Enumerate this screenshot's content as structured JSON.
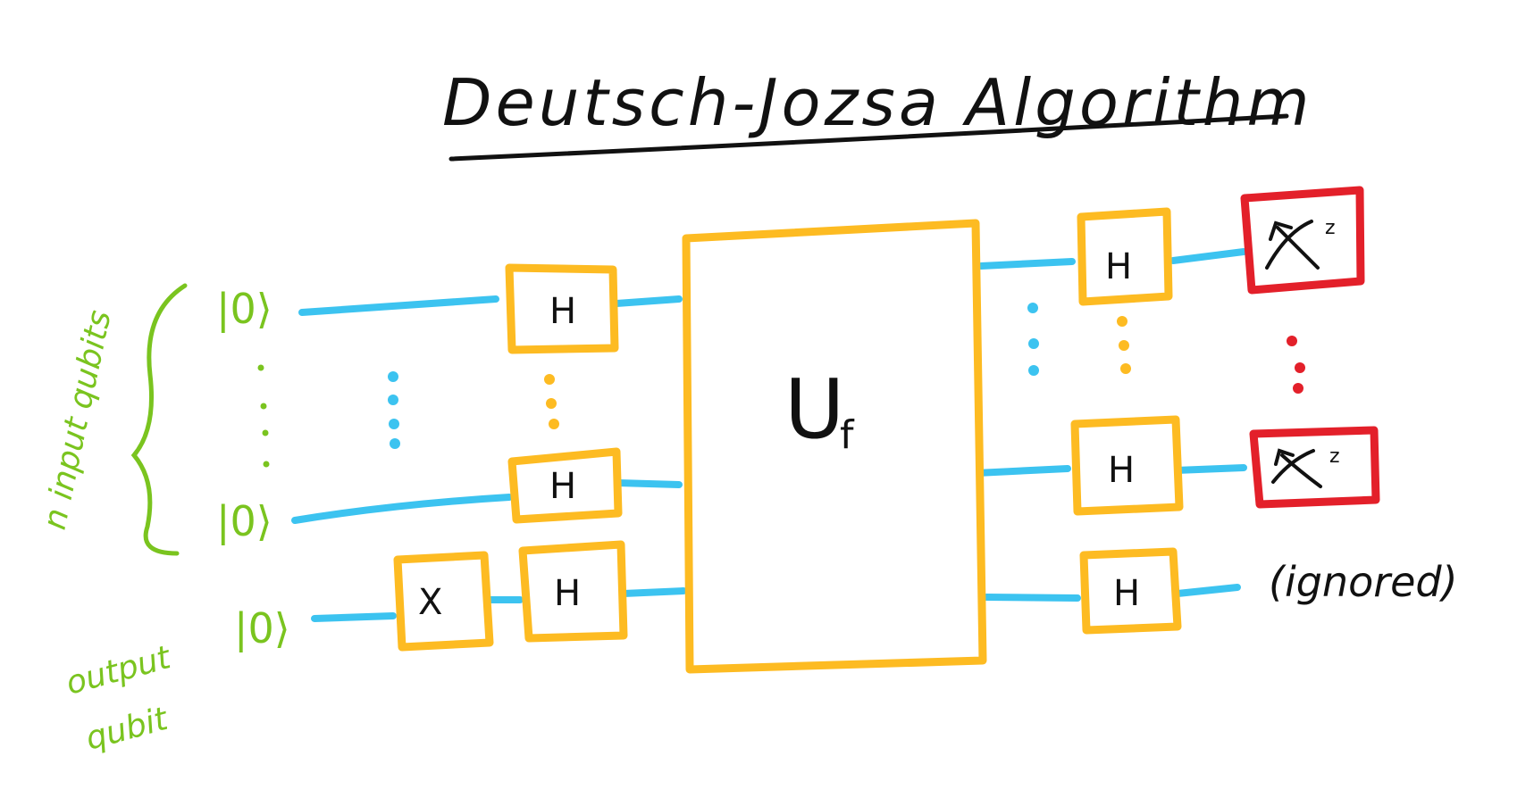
{
  "title": "Deutsch-Jozsa Algorithm",
  "labels": {
    "input_qubits": "n input qubits",
    "output_qubit_line1": "output",
    "output_qubit_line2": "qubit",
    "ket_zero": "|0⟩",
    "ignored": "(ignored)"
  },
  "gates": {
    "hadamard": "H",
    "not": "X",
    "oracle_main": "U",
    "oracle_sub": "f",
    "measure_superscript": "z"
  },
  "colors": {
    "wire": "#3cc3f0",
    "gate_border": "#fdbb22",
    "measure_border": "#e3202a",
    "annotation": "#7ac41f",
    "ink": "#111111"
  },
  "icons": {
    "measurement": "meter-icon"
  }
}
